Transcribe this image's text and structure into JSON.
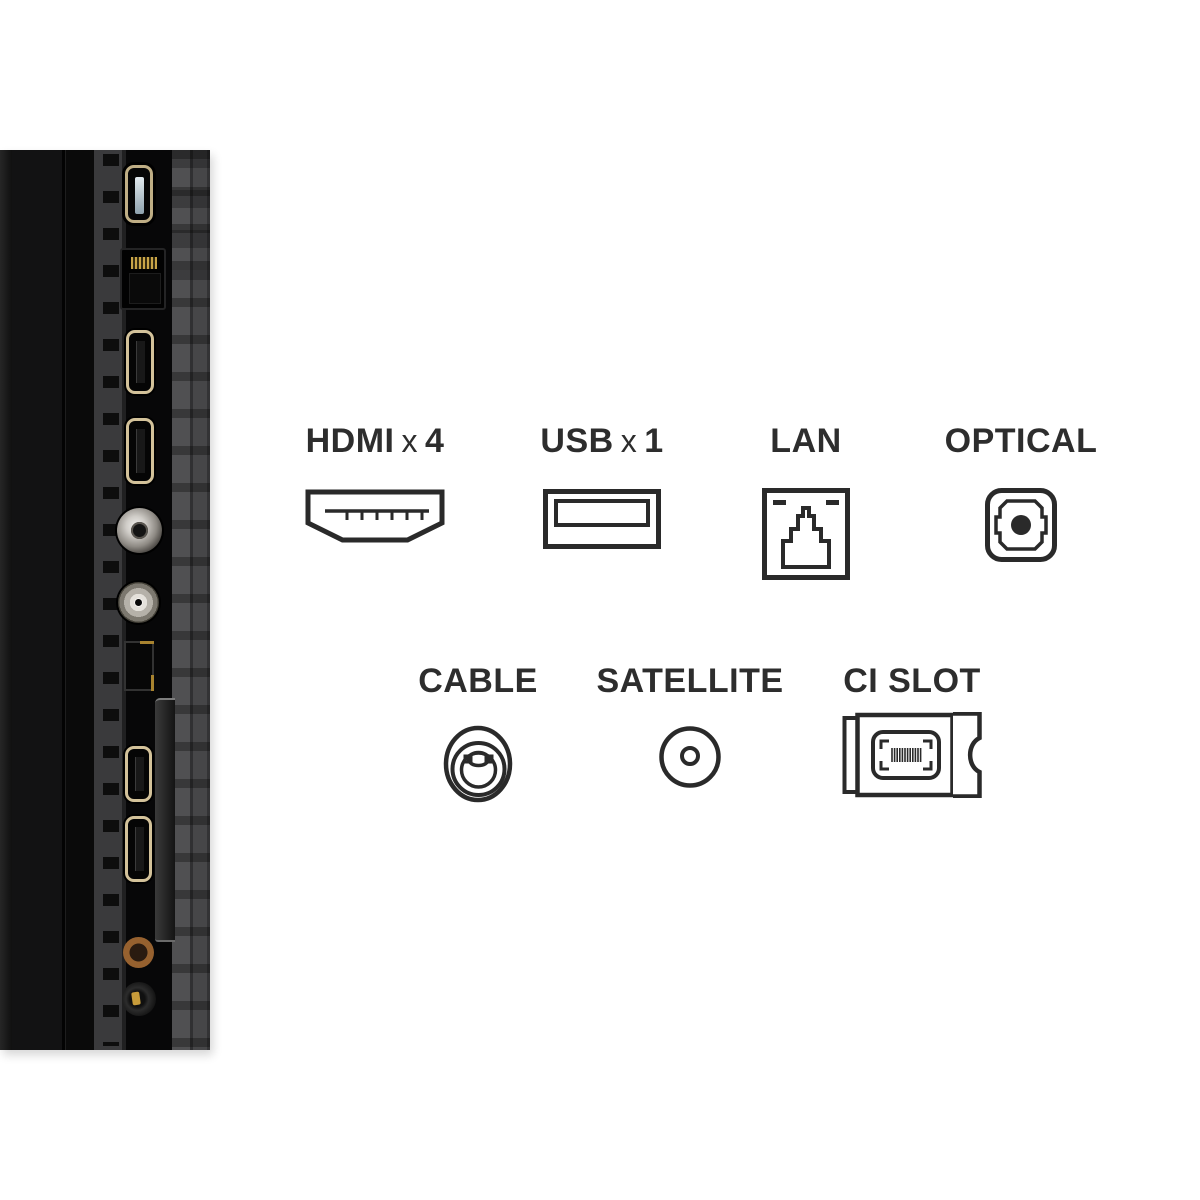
{
  "colors": {
    "background": "#ffffff",
    "label_text": "#2d2d2d",
    "icon_stroke": "#2a2a2a",
    "port_gold": "#cdbb90",
    "tv_panel_black": "#0b0b0c",
    "tv_back_gray": "#48484a"
  },
  "diagram": {
    "row1": [
      {
        "name": "hdmi",
        "label": "HDMI",
        "times": "x",
        "count": "4",
        "icon": "hdmi-port-icon"
      },
      {
        "name": "usb",
        "label": "USB",
        "times": "x",
        "count": "1",
        "icon": "usb-port-icon"
      },
      {
        "name": "lan",
        "label": "LAN",
        "icon": "lan-port-icon"
      },
      {
        "name": "optical",
        "label": "OPTICAL",
        "icon": "optical-port-icon"
      }
    ],
    "row2": [
      {
        "name": "cable",
        "label": "CABLE",
        "icon": "cable-connector-icon"
      },
      {
        "name": "satellite",
        "label": "SATELLITE",
        "icon": "satellite-connector-icon"
      },
      {
        "name": "ci_slot",
        "label": "CI SLOT",
        "icon": "ci-slot-icon"
      }
    ]
  },
  "photo": {
    "ports": [
      "usb-port",
      "lan-port",
      "hdmi-port",
      "hdmi-port",
      "satellite-connector",
      "cable-connector",
      "optical-port",
      "hdmi-port",
      "hdmi-port",
      "round-av-port",
      "mini-av-jack"
    ]
  }
}
